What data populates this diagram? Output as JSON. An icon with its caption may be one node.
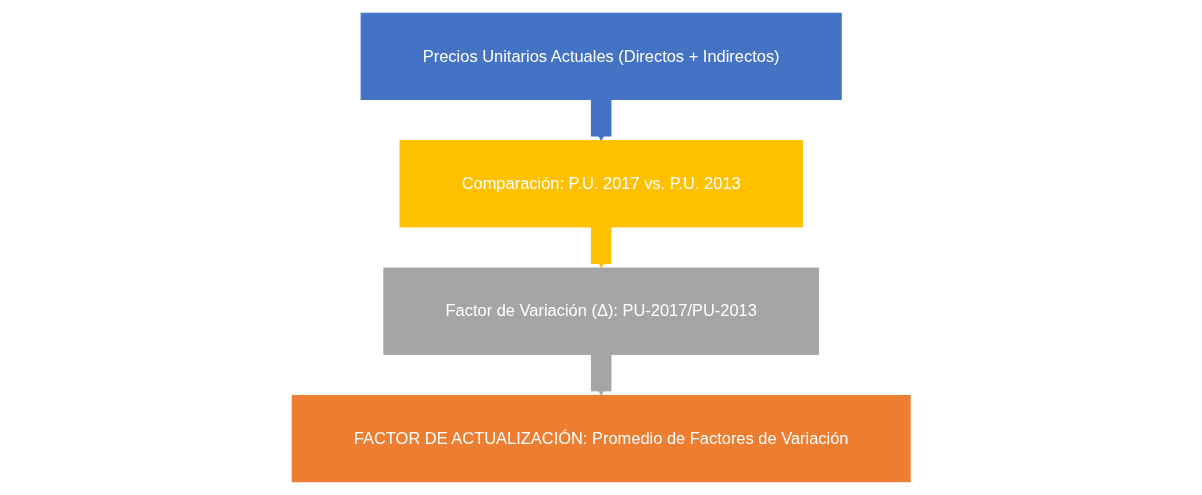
{
  "diagram": {
    "nodes": [
      {
        "text": [
          "Precios Unitarios Actuales (Directos + Indirectos)"
        ]
      },
      {
        "text": [
          "Comparación: P.U. 2017 vs. P.U. 2013"
        ]
      },
      {
        "text": [
          "Factor de Variación (Δ): PU-2017/PU-2013"
        ]
      },
      {
        "text": [
          "FACTOR DE ACTUALIZACIÓN: Promedio de Factores de Variación"
        ]
      }
    ],
    "edges": [
      {
        "from": 0,
        "to": 1,
        "arrow": "to",
        "color": "#4472c4"
      },
      {
        "from": 1,
        "to": 2,
        "arrow": "to",
        "color": "#ffc000"
      },
      {
        "from": 2,
        "to": 3,
        "arrow": "to",
        "color": "#a5a5a5"
      }
    ]
  }
}
